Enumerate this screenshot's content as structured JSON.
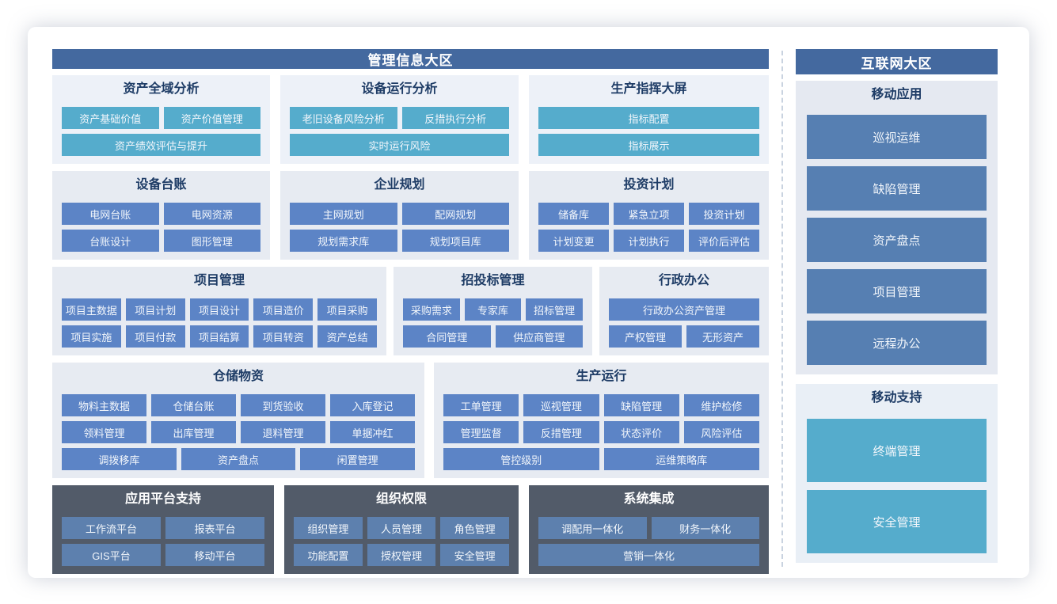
{
  "left": {
    "title": "管理信息大区",
    "panels": {
      "asset_analysis": {
        "title": "资产全域分析",
        "buttons": [
          [
            "资产基础价值",
            "资产价值管理"
          ],
          [
            "资产绩效评估与提升"
          ]
        ]
      },
      "equipment_analysis": {
        "title": "设备运行分析",
        "buttons": [
          [
            "老旧设备风险分析",
            "反措执行分析"
          ],
          [
            "实时运行风险"
          ]
        ]
      },
      "production_screen": {
        "title": "生产指挥大屏",
        "buttons": [
          [
            "指标配置"
          ],
          [
            "指标展示"
          ]
        ]
      },
      "equipment_ledger": {
        "title": "设备台账",
        "buttons": [
          [
            "电网台账",
            "电网资源"
          ],
          [
            "台账设计",
            "图形管理"
          ]
        ]
      },
      "enterprise_planning": {
        "title": "企业规划",
        "buttons": [
          [
            "主网规划",
            "配网规划"
          ],
          [
            "规划需求库",
            "规划项目库"
          ]
        ]
      },
      "investment_plan": {
        "title": "投资计划",
        "buttons": [
          [
            "储备库",
            "紧急立项",
            "投资计划"
          ],
          [
            "计划变更",
            "计划执行",
            "评价后评估"
          ]
        ]
      },
      "project_management": {
        "title": "项目管理",
        "buttons": [
          [
            "项目主数据",
            "项目计划",
            "项目设计",
            "项目造价",
            "项目采购"
          ],
          [
            "项目实施",
            "项目付款",
            "项目结算",
            "项目转资",
            "资产总结"
          ]
        ]
      },
      "bidding_management": {
        "title": "招投标管理",
        "buttons": [
          [
            "采购需求",
            "专家库",
            "招标管理"
          ],
          [
            "合同管理",
            "供应商管理"
          ]
        ]
      },
      "administrative_office": {
        "title": "行政办公",
        "buttons": [
          [
            "行政办公资产管理"
          ],
          [
            "产权管理",
            "无形资产"
          ]
        ]
      },
      "warehouse_materials": {
        "title": "仓储物资",
        "buttons": [
          [
            "物料主数据",
            "仓储台账",
            "到货验收",
            "入库登记"
          ],
          [
            "领料管理",
            "出库管理",
            "退料管理",
            "单据冲红"
          ],
          [
            "调拨移库",
            "资产盘点",
            "闲置管理"
          ]
        ]
      },
      "production_operation": {
        "title": "生产运行",
        "buttons": [
          [
            "工单管理",
            "巡视管理",
            "缺陷管理",
            "维护检修"
          ],
          [
            "管理监督",
            "反措管理",
            "状态评价",
            "风险评估"
          ],
          [
            "管控级别",
            "运维策略库"
          ]
        ]
      },
      "platform_support": {
        "title": "应用平台支持",
        "buttons": [
          [
            "工作流平台",
            "报表平台"
          ],
          [
            "GIS平台",
            "移动平台"
          ]
        ]
      },
      "org_permission": {
        "title": "组织权限",
        "buttons": [
          [
            "组织管理",
            "人员管理",
            "角色管理"
          ],
          [
            "功能配置",
            "授权管理",
            "安全管理"
          ]
        ]
      },
      "system_integration": {
        "title": "系统集成",
        "buttons": [
          [
            "调配用一体化",
            "财务一体化"
          ],
          [
            "营销一体化"
          ]
        ]
      }
    }
  },
  "right": {
    "title": "互联网大区",
    "sections": {
      "mobile_apps": {
        "title": "移动应用",
        "buttons": [
          [
            "巡视运维"
          ],
          [
            "缺陷管理"
          ],
          [
            "资产盘点"
          ],
          [
            "项目管理"
          ],
          [
            "远程办公"
          ]
        ]
      },
      "mobile_support": {
        "title": "移动支持",
        "buttons": [
          [
            "终端管理"
          ],
          [
            "安全管理"
          ]
        ]
      }
    }
  },
  "colors": {
    "zone_header": "#44699f",
    "teal_button": "#55accc",
    "blue_button": "#5c84c6",
    "dark_panel": "#525b69",
    "dark_panel_button": "#5d80ae",
    "right_blue_button": "#567fb2",
    "panel_background": "#e7ebf2",
    "title_text": "#1e3c66"
  }
}
